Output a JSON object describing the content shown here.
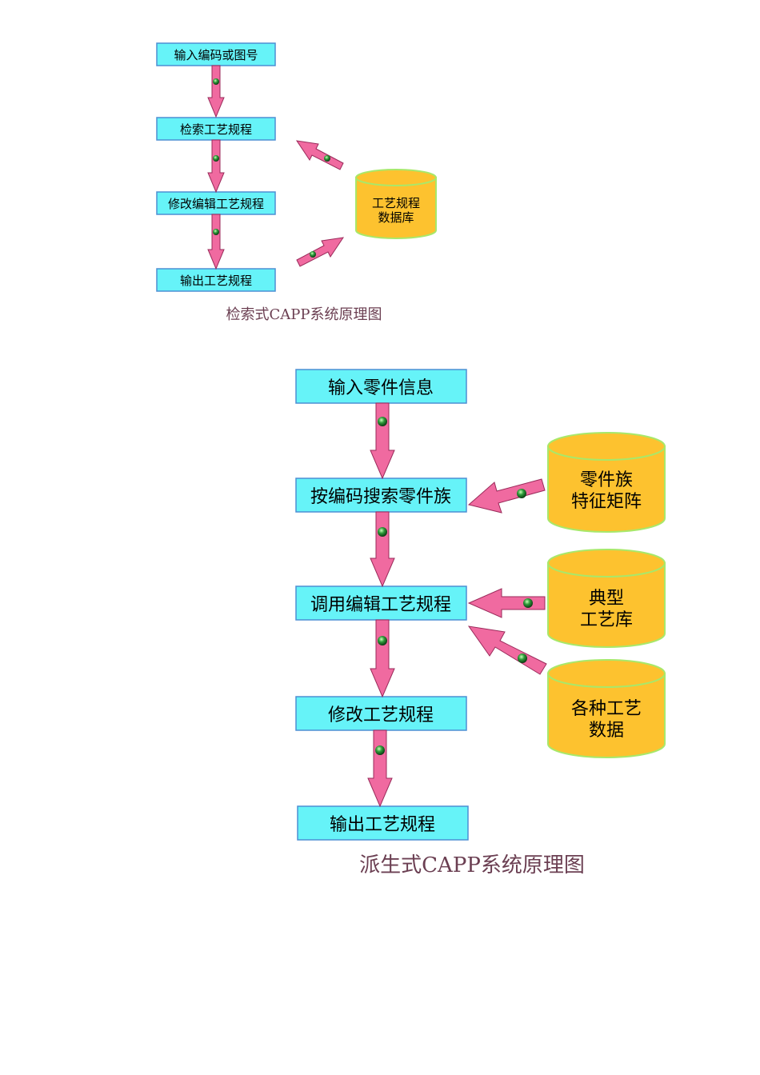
{
  "retrieval": {
    "caption": "检索式CAPP系统原理图",
    "steps": [
      "输入编码或图号",
      "检索工艺规程",
      "修改编辑工艺规程",
      "输出工艺规程"
    ],
    "database": [
      "工艺规程",
      "数据库"
    ]
  },
  "generative": {
    "caption": "派生式CAPP系统原理图",
    "steps": [
      "输入零件信息",
      "按编码搜索零件族",
      "调用编辑工艺规程",
      "修改工艺规程",
      "输出工艺规程"
    ],
    "db_family": [
      "零件族",
      "特征矩阵"
    ],
    "db_typical": [
      "典型",
      "工艺库"
    ],
    "db_process": [
      "各种工艺",
      "数据"
    ]
  },
  "colors": {
    "box_fill": "#66f3f8",
    "box_stroke": "#4d8fd4",
    "arrow_fill": "#f06aa0",
    "arrow_stroke": "#9a2a5a",
    "dot": "#1f7a2a",
    "db_fill": "#fdc22f",
    "db_stroke": "#a8e86a",
    "caption": "#6b3f52"
  }
}
